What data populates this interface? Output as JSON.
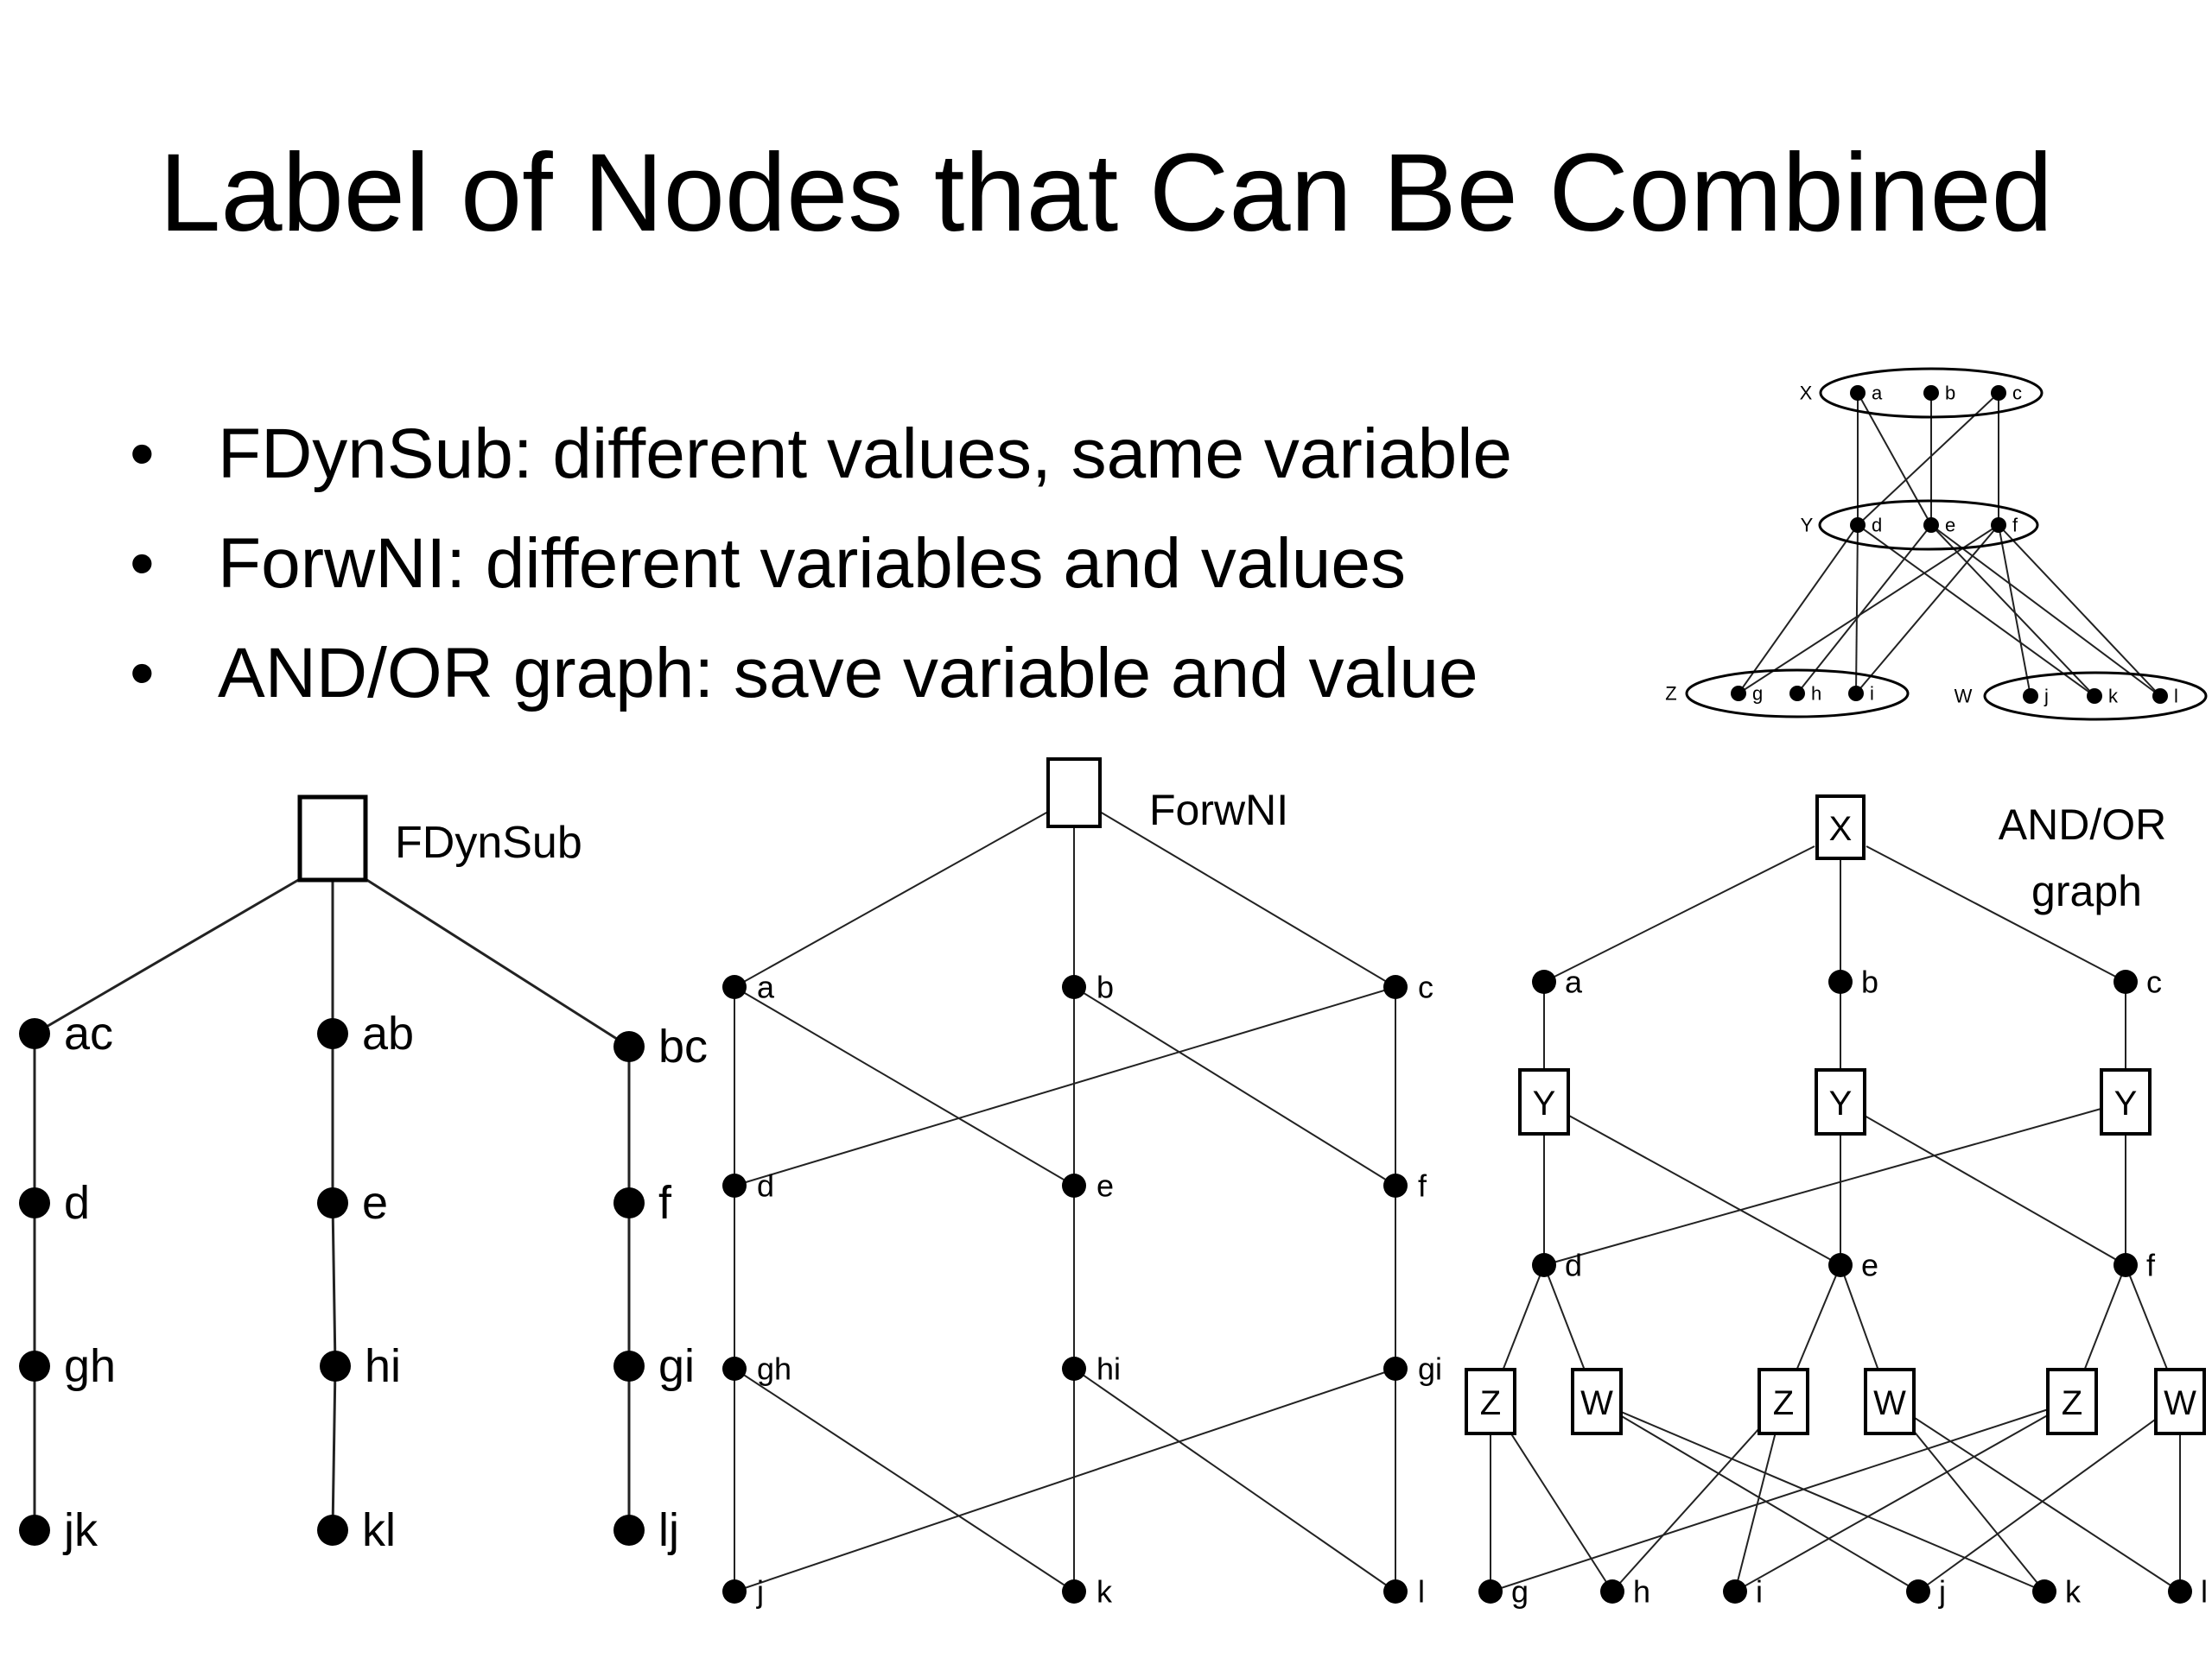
{
  "slide": {
    "title": "Label of Nodes that Can Be Combined",
    "bullets": [
      "FDynSub: different values, same variable",
      "ForwNI: different variables and values",
      "AND/OR graph: save variable and value"
    ]
  },
  "constraint_graph": {
    "groups": [
      {
        "label": "X",
        "values": [
          "a",
          "b",
          "c"
        ]
      },
      {
        "label": "Y",
        "values": [
          "d",
          "e",
          "f"
        ]
      },
      {
        "label": "Z",
        "values": [
          "g",
          "h",
          "i"
        ]
      },
      {
        "label": "W",
        "values": [
          "j",
          "k",
          "l"
        ]
      }
    ],
    "edges": [
      [
        "a",
        "d"
      ],
      [
        "b",
        "e"
      ],
      [
        "c",
        "f"
      ],
      [
        "a",
        "e"
      ],
      [
        "c",
        "d"
      ],
      [
        "d",
        "g"
      ],
      [
        "d",
        "i"
      ],
      [
        "d",
        "k"
      ],
      [
        "e",
        "h"
      ],
      [
        "e",
        "k"
      ],
      [
        "e",
        "l"
      ],
      [
        "f",
        "g"
      ],
      [
        "f",
        "i"
      ],
      [
        "f",
        "j"
      ],
      [
        "f",
        "l"
      ]
    ]
  },
  "fdynsub": {
    "label": "FDynSub",
    "chains": [
      [
        "ac",
        "d",
        "gh",
        "jk"
      ],
      [
        "ab",
        "e",
        "hi",
        "kl"
      ],
      [
        "bc",
        "f",
        "gi",
        "lj"
      ]
    ]
  },
  "forwni": {
    "label": "ForwNI",
    "nodes": [
      "a",
      "b",
      "c",
      "d",
      "e",
      "f",
      "gh",
      "hi",
      "gi",
      "j",
      "k",
      "l"
    ],
    "edges": [
      [
        "root",
        "a"
      ],
      [
        "root",
        "b"
      ],
      [
        "root",
        "c"
      ],
      [
        "a",
        "d"
      ],
      [
        "a",
        "e"
      ],
      [
        "b",
        "e"
      ],
      [
        "b",
        "f"
      ],
      [
        "c",
        "d"
      ],
      [
        "c",
        "f"
      ],
      [
        "d",
        "gh"
      ],
      [
        "e",
        "hi"
      ],
      [
        "f",
        "gi"
      ],
      [
        "gh",
        "j"
      ],
      [
        "gh",
        "k"
      ],
      [
        "hi",
        "k"
      ],
      [
        "hi",
        "l"
      ],
      [
        "gi",
        "j"
      ],
      [
        "gi",
        "l"
      ]
    ]
  },
  "andor": {
    "label_line1": "AND/OR",
    "label_line2": "graph",
    "root_label": "X",
    "y_label": "Y",
    "z_label": "Z",
    "w_label": "W",
    "values": [
      "a",
      "b",
      "c",
      "d",
      "e",
      "f",
      "g",
      "h",
      "i",
      "j",
      "k",
      "l"
    ]
  }
}
